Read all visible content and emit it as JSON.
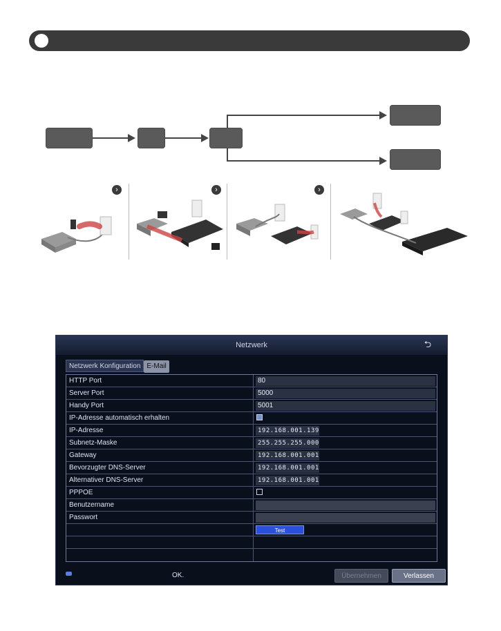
{
  "window": {
    "title": "Netzwerk"
  },
  "tabs": [
    {
      "label": "Netzwerk Konfiguration"
    },
    {
      "label": "E-Mail"
    }
  ],
  "settings": {
    "http_port": {
      "label": "HTTP Port",
      "value": "80"
    },
    "server_port": {
      "label": "Server Port",
      "value": "5000"
    },
    "handy_port": {
      "label": "Handy Port",
      "value": "5001"
    },
    "auto_ip": {
      "label": "IP-Adresse automatisch erhalten",
      "checked": true
    },
    "ip_address": {
      "label": "IP-Adresse",
      "value": "192.168.001.139"
    },
    "subnet_mask": {
      "label": "Subnetz-Maske",
      "value": "255.255.255.000"
    },
    "gateway": {
      "label": "Gateway",
      "value": "192.168.001.001"
    },
    "preferred_dns": {
      "label": "Bevorzugter DNS-Server",
      "value": "192.168.001.001"
    },
    "alternate_dns": {
      "label": "Alternativer DNS-Server",
      "value": "192.168.001.001"
    },
    "pppoe": {
      "label": "PPPOE",
      "checked": false
    },
    "username": {
      "label": "Benutzername",
      "value": ""
    },
    "password": {
      "label": "Passwort",
      "value": ""
    },
    "test_button": {
      "label": "Test"
    }
  },
  "footer": {
    "status_text": "OK.",
    "apply_label": "Übernehmen",
    "exit_label": "Verlassen"
  },
  "icons": {
    "back": "back-arrow-icon",
    "step_next": "chevron-right-icon"
  },
  "colors": {
    "dvr_background": "#0a0f1c",
    "test_button": "#2c50d8",
    "header_bar": "#3a3a3a"
  }
}
